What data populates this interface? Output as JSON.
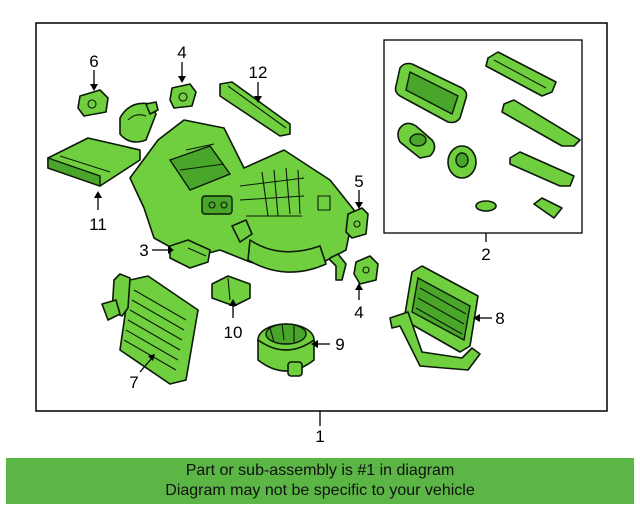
{
  "callouts": {
    "c1": "1",
    "c2": "2",
    "c3": "3",
    "c4a": "4",
    "c4b": "4",
    "c5": "5",
    "c6": "6",
    "c7": "7",
    "c8": "8",
    "c9": "9",
    "c10": "10",
    "c11": "11",
    "c12": "12"
  },
  "banner": {
    "line1": "Part or sub-assembly is #1 in diagram",
    "line2": "Diagram may not be specific to your vehicle"
  },
  "colors": {
    "part_fill": "#6fcf3f",
    "banner_bg": "#5bb646"
  }
}
